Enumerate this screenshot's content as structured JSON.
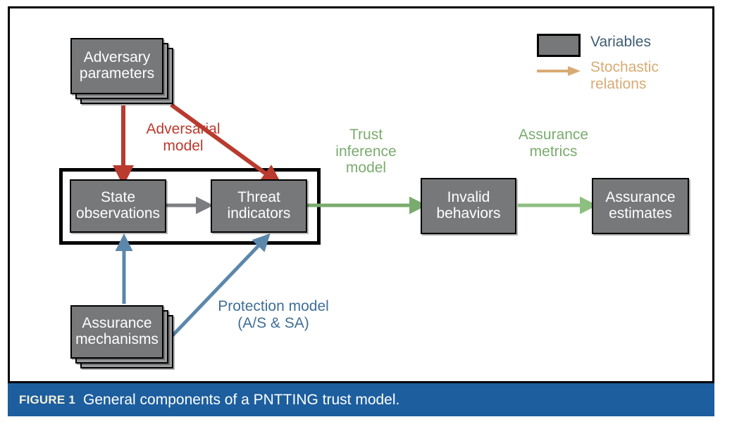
{
  "figure": {
    "caption_tag": "FIGURE 1",
    "caption_text": "General components of a PNTTING trust model."
  },
  "legend": {
    "variables_label": "Variables",
    "stochastic_label_line1": "Stochastic",
    "stochastic_label_line2": "relations",
    "swatch_icon": "filled-rectangle-icon",
    "arrow_icon": "right-arrow-icon"
  },
  "nodes": {
    "adversary_parameters": {
      "line1": "Adversary",
      "line2": "parameters",
      "stacked": "true"
    },
    "state_observations": {
      "line1": "State",
      "line2": "observations"
    },
    "threat_indicators": {
      "line1": "Threat",
      "line2": "indicators"
    },
    "invalid_behaviors": {
      "line1": "Invalid",
      "line2": "behaviors"
    },
    "assurance_estimates": {
      "line1": "Assurance",
      "line2": "estimates"
    },
    "assurance_mechanisms": {
      "line1": "Assurance",
      "line2": "mechanisms",
      "stacked": "true"
    }
  },
  "edge_labels": {
    "adversarial_model": {
      "line1": "Adversarial",
      "line2": "model"
    },
    "trust_inference_model": {
      "line1": "Trust",
      "line2": "inference",
      "line3": "model"
    },
    "assurance_metrics": {
      "line1": "Assurance",
      "line2": "metrics"
    },
    "protection_model": {
      "line1": "Protection model",
      "line2": "(A/S & SA)"
    }
  },
  "colors": {
    "box_fill": "#76787a",
    "box_stroke": "#000000",
    "adversarial_red": "#b93a2e",
    "trust_green": "#7aab6e",
    "assurance_green": "#8cbf80",
    "protection_blue": "#5b87ab",
    "gray_arrow": "#7b7d80",
    "caption_bar_blue": "#1c5e9e",
    "legend_variables_text": "#3e5c72",
    "legend_stochastic_text": "#d8ab74"
  }
}
